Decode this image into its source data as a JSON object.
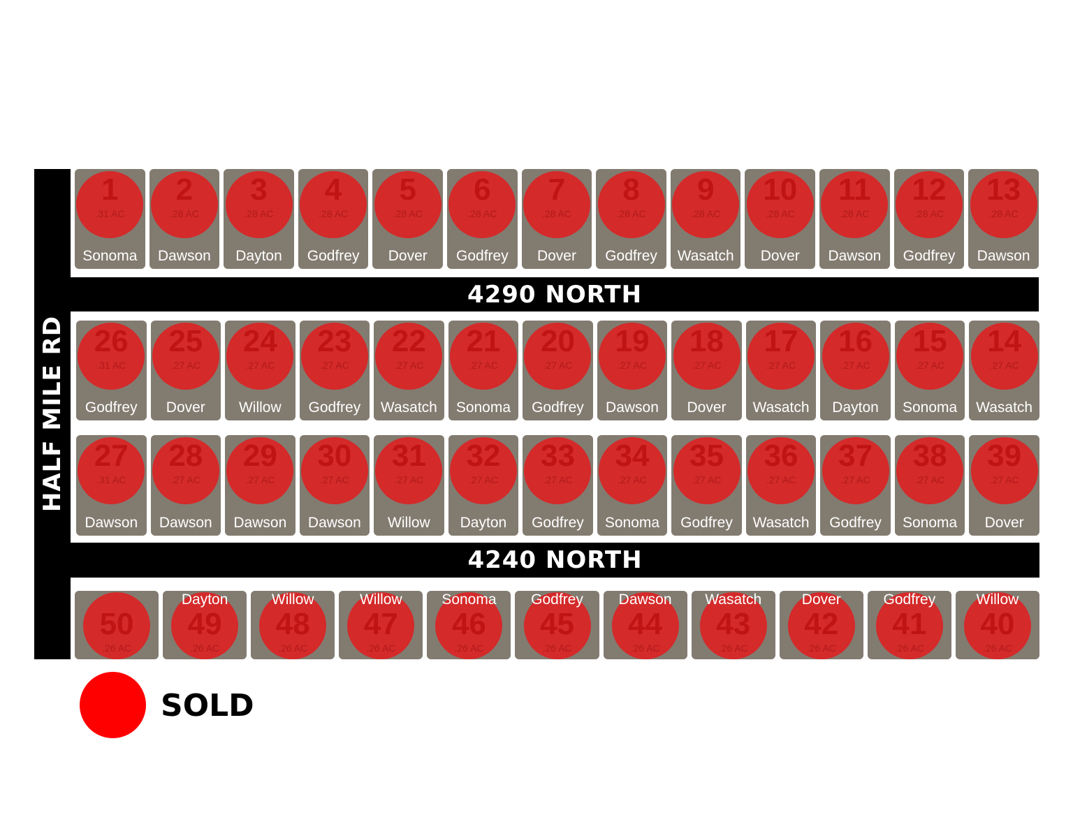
{
  "roads": {
    "left": "HALF MILE RD",
    "upper": "4290 NORTH",
    "lower": "4240 NORTH"
  },
  "legend": {
    "label": "SOLD",
    "color": "#ff0000"
  },
  "colors": {
    "lot": "#827b70",
    "sold_dot": "#d42a2a"
  },
  "rows": [
    [
      {
        "num": "1",
        "acres": ".31 AC",
        "model": "Sonoma",
        "sold": true
      },
      {
        "num": "2",
        "acres": ".28 AC",
        "model": "Dawson",
        "sold": true
      },
      {
        "num": "3",
        "acres": ".28 AC",
        "model": "Dayton",
        "sold": true
      },
      {
        "num": "4",
        "acres": ".28 AC",
        "model": "Godfrey",
        "sold": true
      },
      {
        "num": "5",
        "acres": ".28 AC",
        "model": "Dover",
        "sold": true
      },
      {
        "num": "6",
        "acres": ".28 AC",
        "model": "Godfrey",
        "sold": true
      },
      {
        "num": "7",
        "acres": ".28 AC",
        "model": "Dover",
        "sold": true
      },
      {
        "num": "8",
        "acres": ".28 AC",
        "model": "Godfrey",
        "sold": true
      },
      {
        "num": "9",
        "acres": ".28 AC",
        "model": "Wasatch",
        "sold": true
      },
      {
        "num": "10",
        "acres": ".28 AC",
        "model": "Dover",
        "sold": true
      },
      {
        "num": "11",
        "acres": ".28 AC",
        "model": "Dawson",
        "sold": true
      },
      {
        "num": "12",
        "acres": ".28 AC",
        "model": "Godfrey",
        "sold": true
      },
      {
        "num": "13",
        "acres": ".28 AC",
        "model": "Dawson",
        "sold": true
      }
    ],
    [
      {
        "num": "26",
        "acres": ".31 AC",
        "model": "Godfrey",
        "sold": true
      },
      {
        "num": "25",
        "acres": ".27 AC",
        "model": "Dover",
        "sold": true
      },
      {
        "num": "24",
        "acres": ".27 AC",
        "model": "Willow",
        "sold": true
      },
      {
        "num": "23",
        "acres": ".27 AC",
        "model": "Godfrey",
        "sold": true
      },
      {
        "num": "22",
        "acres": ".27 AC",
        "model": "Wasatch",
        "sold": true
      },
      {
        "num": "21",
        "acres": ".27 AC",
        "model": "Sonoma",
        "sold": true
      },
      {
        "num": "20",
        "acres": ".27 AC",
        "model": "Godfrey",
        "sold": true
      },
      {
        "num": "19",
        "acres": ".27 AC",
        "model": "Dawson",
        "sold": true
      },
      {
        "num": "18",
        "acres": ".27 AC",
        "model": "Dover",
        "sold": true
      },
      {
        "num": "17",
        "acres": ".27 AC",
        "model": "Wasatch",
        "sold": true
      },
      {
        "num": "16",
        "acres": ".27 AC",
        "model": "Dayton",
        "sold": true
      },
      {
        "num": "15",
        "acres": ".27 AC",
        "model": "Sonoma",
        "sold": true
      },
      {
        "num": "14",
        "acres": ".27 AC",
        "model": "Wasatch",
        "sold": true
      }
    ],
    [
      {
        "num": "27",
        "acres": ".31 AC",
        "model": "Dawson",
        "sold": true
      },
      {
        "num": "28",
        "acres": ".27 AC",
        "model": "Dawson",
        "sold": true
      },
      {
        "num": "29",
        "acres": ".27 AC",
        "model": "Dawson",
        "sold": true
      },
      {
        "num": "30",
        "acres": ".27 AC",
        "model": "Dawson",
        "sold": true
      },
      {
        "num": "31",
        "acres": ".27 AC",
        "model": "Willow",
        "sold": true
      },
      {
        "num": "32",
        "acres": ".27 AC",
        "model": "Dayton",
        "sold": true
      },
      {
        "num": "33",
        "acres": ".27 AC",
        "model": "Godfrey",
        "sold": true
      },
      {
        "num": "34",
        "acres": ".27 AC",
        "model": "Sonoma",
        "sold": true
      },
      {
        "num": "35",
        "acres": ".27 AC",
        "model": "Godfrey",
        "sold": true
      },
      {
        "num": "36",
        "acres": ".27 AC",
        "model": "Wasatch",
        "sold": true
      },
      {
        "num": "37",
        "acres": ".27 AC",
        "model": "Godfrey",
        "sold": true
      },
      {
        "num": "38",
        "acres": ".27 AC",
        "model": "Sonoma",
        "sold": true
      },
      {
        "num": "39",
        "acres": ".27 AC",
        "model": "Dover",
        "sold": true
      }
    ],
    [
      {
        "num": "50",
        "acres": ".26 AC",
        "model": "",
        "sold": true
      },
      {
        "num": "49",
        "acres": ".26 AC",
        "model": "Dayton",
        "sold": true
      },
      {
        "num": "48",
        "acres": ".26 AC",
        "model": "Willow",
        "sold": true
      },
      {
        "num": "47",
        "acres": ".26 AC",
        "model": "Willow",
        "sold": true
      },
      {
        "num": "46",
        "acres": ".26 AC",
        "model": "Sonoma",
        "sold": true
      },
      {
        "num": "45",
        "acres": ".26 AC",
        "model": "Godfrey",
        "sold": true
      },
      {
        "num": "44",
        "acres": ".26 AC",
        "model": "Dawson",
        "sold": true
      },
      {
        "num": "43",
        "acres": ".26 AC",
        "model": "Wasatch",
        "sold": true
      },
      {
        "num": "42",
        "acres": ".26 AC",
        "model": "Dover",
        "sold": true
      },
      {
        "num": "41",
        "acres": ".26 AC",
        "model": "Godfrey",
        "sold": true
      },
      {
        "num": "40",
        "acres": ".26 AC",
        "model": "Willow",
        "sold": true
      }
    ]
  ]
}
